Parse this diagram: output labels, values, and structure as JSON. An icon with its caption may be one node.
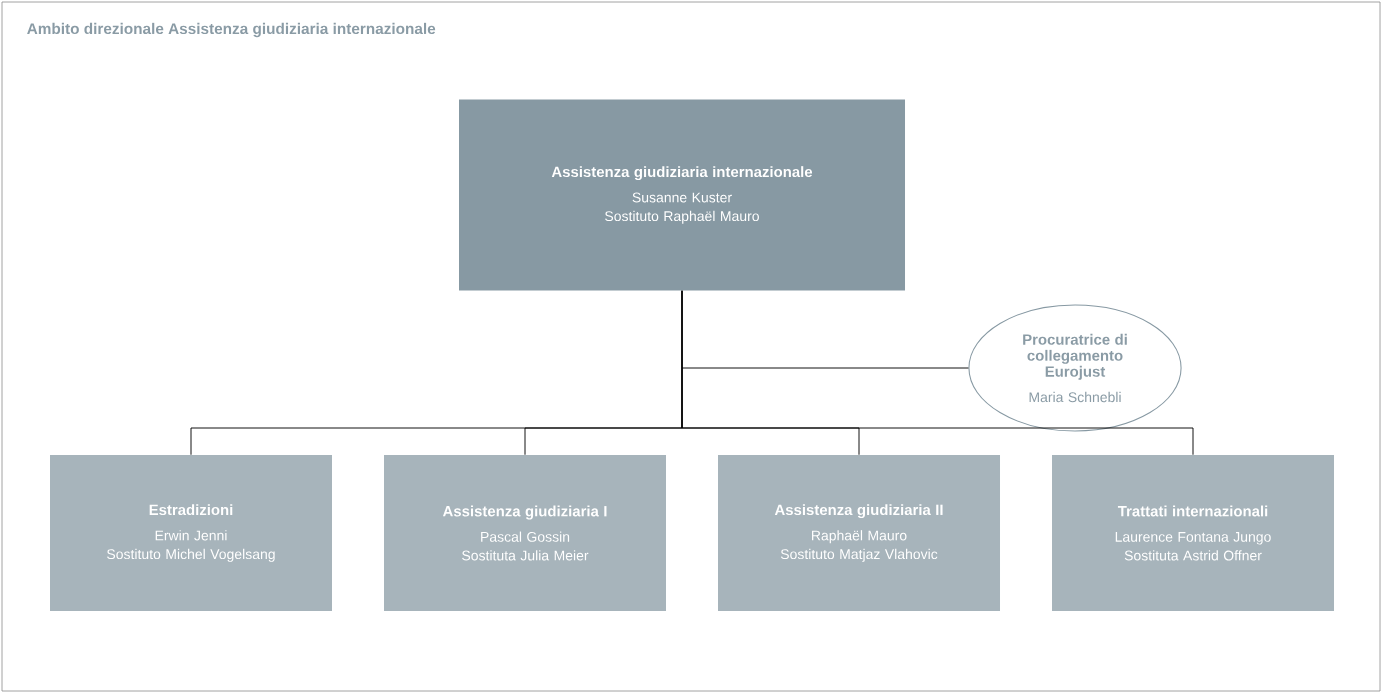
{
  "diagram": {
    "title": "Ambito direzionale Assistenza giudiziaria internazionale",
    "nodes": [
      {
        "text": [
          "Assistenza giudiziaria internazionale",
          "Susanne Kuster",
          "Sostituto Raphaël Mauro"
        ]
      },
      {
        "text": [
          "Procuratrice di collegamento Eurojust",
          "Maria Schnebli"
        ]
      },
      {
        "text": [
          "Estradizioni",
          "Erwin Jenni",
          "Sostituto Michel Vogelsang"
        ]
      },
      {
        "text": [
          "Assistenza giudiziaria I",
          "Pascal Gossin",
          "Sostituta Julia Meier"
        ]
      },
      {
        "text": [
          "Assistenza giudiziaria II",
          "Raphaël Mauro",
          "Sostituto Matjaz Vlahovic"
        ]
      },
      {
        "text": [
          "Trattati internazionali",
          "Laurence Fontana Jungo",
          "Sostituta Astrid Offner"
        ]
      }
    ],
    "edges": [
      {
        "from": 0,
        "to": 1,
        "arrow": "none"
      },
      {
        "from": 0,
        "to": 2,
        "arrow": "none"
      },
      {
        "from": 0,
        "to": 3,
        "arrow": "none"
      },
      {
        "from": 0,
        "to": 4,
        "arrow": "none"
      },
      {
        "from": 0,
        "to": 5,
        "arrow": "none"
      }
    ]
  }
}
